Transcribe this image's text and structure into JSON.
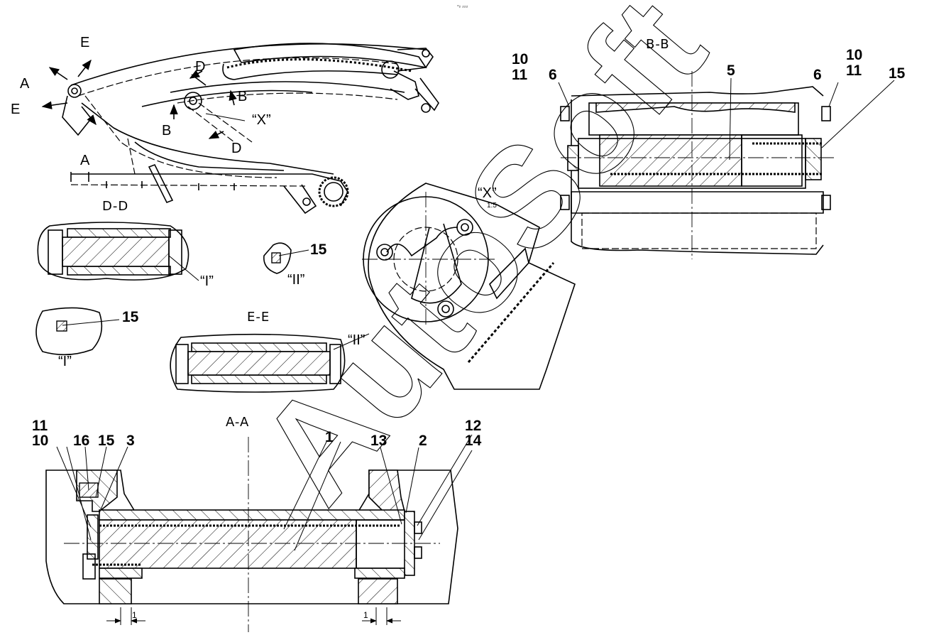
{
  "header_mark": "▫₂ ₂₂₂",
  "watermark": "AutoSoft",
  "views": {
    "overview": {
      "section_marks": [
        "A",
        "A",
        "E",
        "E",
        "D",
        "D",
        "B",
        "B"
      ],
      "detail_mark": "“X”"
    },
    "dd": {
      "title": "D-D",
      "callout": "“I”"
    },
    "ee": {
      "title": "E-E",
      "callout": "“II”"
    },
    "detail_ii": {
      "part": "15",
      "caption": "“II”"
    },
    "detail_i": {
      "part": "15",
      "caption": "“I”"
    },
    "detail_x": {
      "title": "“X”",
      "scale": "1:5"
    },
    "bb": {
      "title": "B-B",
      "labels_left": [
        "10",
        "11",
        "6"
      ],
      "labels_right": [
        "6",
        "10",
        "11",
        "15"
      ],
      "label_center": "5"
    },
    "aa": {
      "title": "A-A",
      "labels_left": [
        "11",
        "10",
        "16",
        "15",
        "3"
      ],
      "label_center": "1",
      "labels_right": [
        "13",
        "2",
        "12",
        "14"
      ],
      "dim_left": "1",
      "dim_right": "1"
    }
  }
}
